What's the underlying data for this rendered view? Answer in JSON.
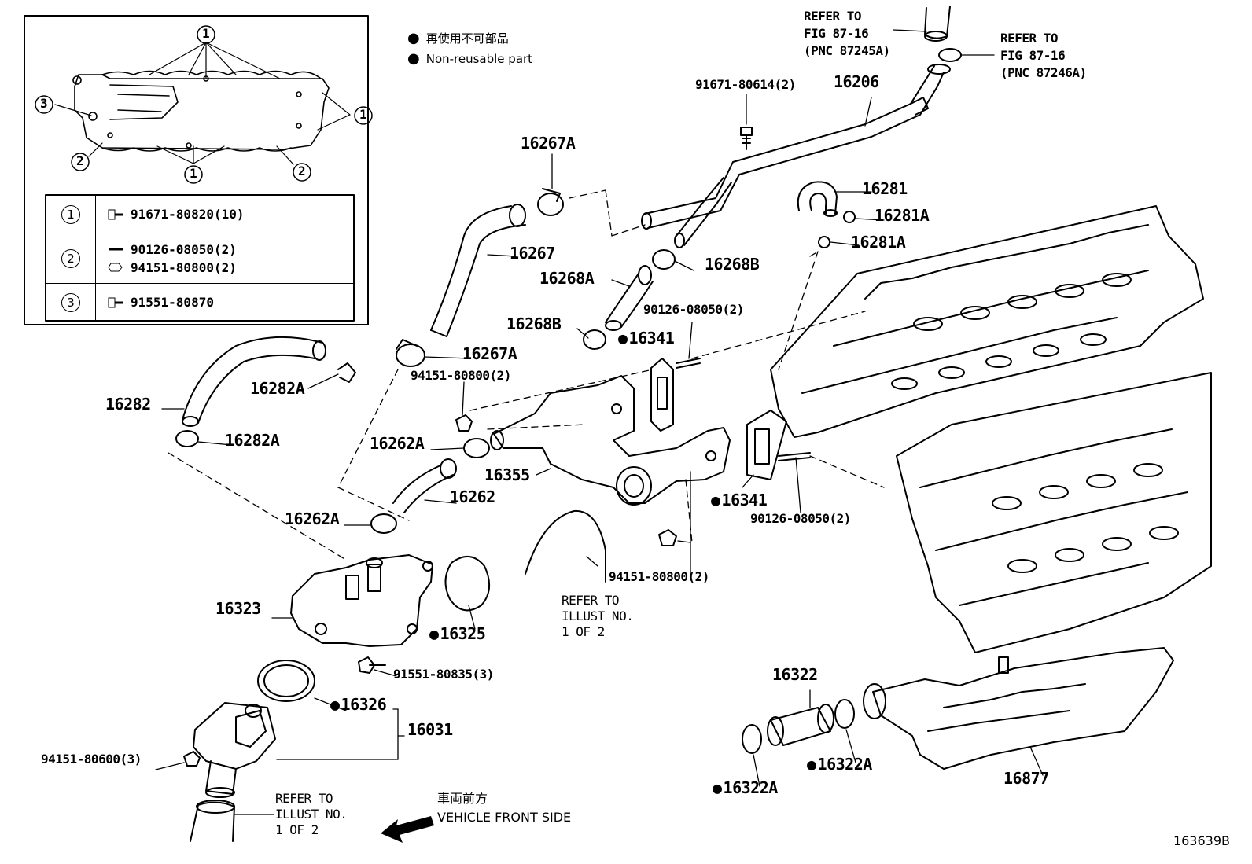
{
  "legend": {
    "jp": "再使用不可部品",
    "en": "Non-reusable part"
  },
  "inset": {
    "callouts": [
      "1",
      "2",
      "3"
    ],
    "table": [
      {
        "ref": "1",
        "parts": [
          "91671-80820(10)"
        ]
      },
      {
        "ref": "2",
        "parts": [
          "90126-08050(2)",
          "94151-80800(2)"
        ]
      },
      {
        "ref": "3",
        "parts": [
          "91551-80870"
        ]
      }
    ]
  },
  "refs": {
    "top_left": "REFER TO\nFIG 87-16\n(PNC 87245A)",
    "top_right": "REFER TO\nFIG 87-16\n(PNC 87246A)",
    "illust_mid": "REFER TO\nILLUST NO.\n1 OF 2",
    "illust_bottom": "REFER TO\nILLUST NO.\n1 OF 2"
  },
  "parts": {
    "p16206": "16206",
    "p91671_80614": "91671-80614(2)",
    "p16267A_top": "16267A",
    "p16267": "16267",
    "p16267A": "16267A",
    "p16268A": "16268A",
    "p16268B_r": "16268B",
    "p16268B_l": "16268B",
    "p16281": "16281",
    "p16281A_1": "16281A",
    "p16281A_2": "16281A",
    "p90126_a": "90126-08050(2)",
    "p16341_a": "16341",
    "p94151_a": "94151-80800(2)",
    "p16282": "16282",
    "p16282A_1": "16282A",
    "p16282A_2": "16282A",
    "p16262A_1": "16262A",
    "p16355": "16355",
    "p16262": "16262",
    "p16262A_2": "16262A",
    "p16341_b": "16341",
    "p90126_b": "90126-08050(2)",
    "p94151_b": "94151-80800(2)",
    "p16323": "16323",
    "p16325": "16325",
    "p91551_80835": "91551-80835(3)",
    "p16326": "16326",
    "p16031": "16031",
    "p94151_80600": "94151-80600(3)",
    "p16322": "16322",
    "p16322A_1": "16322A",
    "p16322A_2": "16322A",
    "p16877": "16877"
  },
  "vehicle": {
    "jp": "車両前方",
    "en": "VEHICLE FRONT SIDE"
  },
  "figure_no": "163639B"
}
